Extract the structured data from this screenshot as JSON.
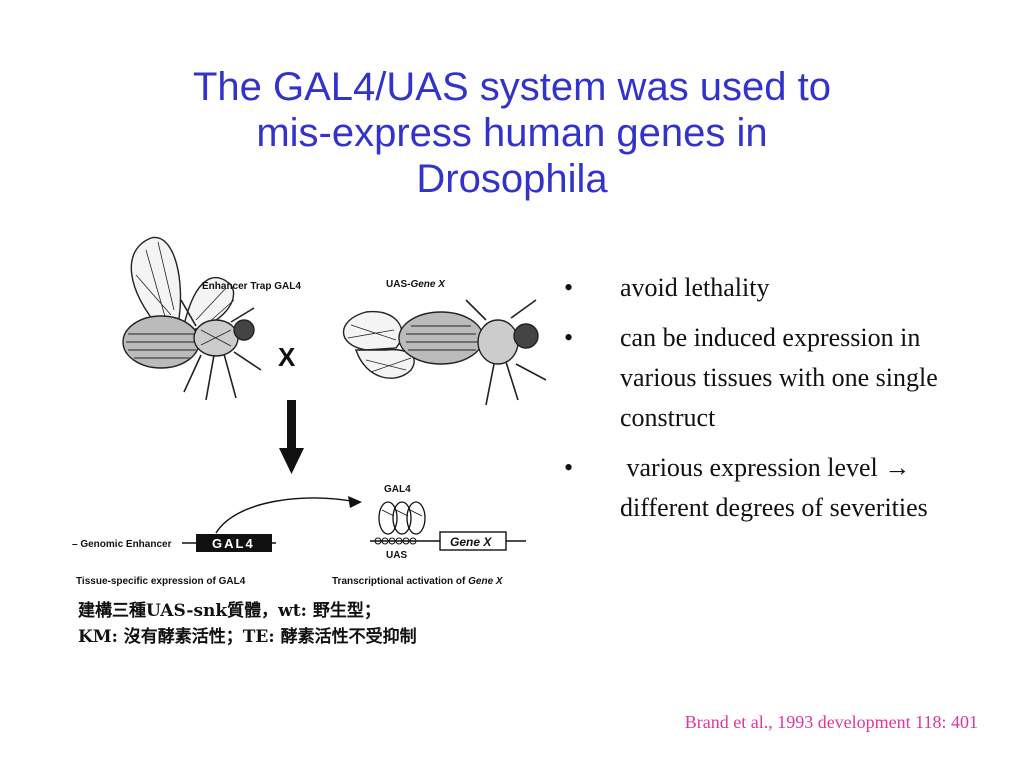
{
  "slide": {
    "title_lines": [
      "The GAL4/UAS system was used to",
      "mis-express human genes in",
      "Drosophila"
    ]
  },
  "figure": {
    "enhancer_trap_label": "Enhancer Trap GAL4",
    "uas_prefix": "UAS-",
    "uas_gene": "Gene X",
    "cross_symbol": "X",
    "genomic_enhancer_label": "– Genomic Enhancer",
    "gal4_box": "GAL4",
    "gal4_protein_label": "GAL4",
    "uas_label": "UAS",
    "gene_box": "Gene X",
    "tissue_caption": "Tissue-specific expression of GAL4",
    "transcription_caption_prefix": "Transcriptional activation of ",
    "transcription_caption_gene": "Gene X",
    "note_line1": "建構三種UAS-snk質體，wt: 野生型；",
    "note_line2": "KM: 沒有酵素活性；TE: 酵素活性不受抑制"
  },
  "bullets": {
    "marker": "•",
    "items": [
      "avoid lethality",
      "can be induced expression in various tissues with one single construct",
      " various expression level → different degrees of severities"
    ]
  },
  "citation": "Brand et al., 1993 development 118: 401"
}
